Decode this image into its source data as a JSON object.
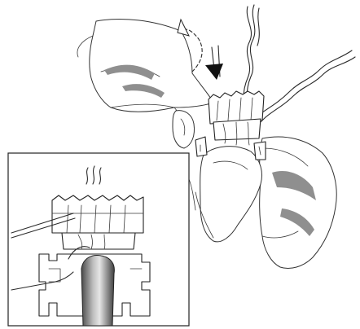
{
  "figure": {
    "kind": "technical-assembly-illustration",
    "caption": "",
    "colors": {
      "line": "#2a2a2a",
      "shading": "#8f8f8f",
      "paper": "#ffffff"
    },
    "parts": [
      {
        "name": "connector-block",
        "icon": "terminal-block"
      },
      {
        "name": "twisted-pair-cable",
        "icon": "twisted-wire"
      },
      {
        "name": "press-arrow",
        "icon": "down-arrow-icon"
      },
      {
        "name": "release-arrow",
        "icon": "dashed-curved-arrow-icon"
      },
      {
        "name": "detail-inset",
        "icon": "magnified-view"
      }
    ]
  }
}
